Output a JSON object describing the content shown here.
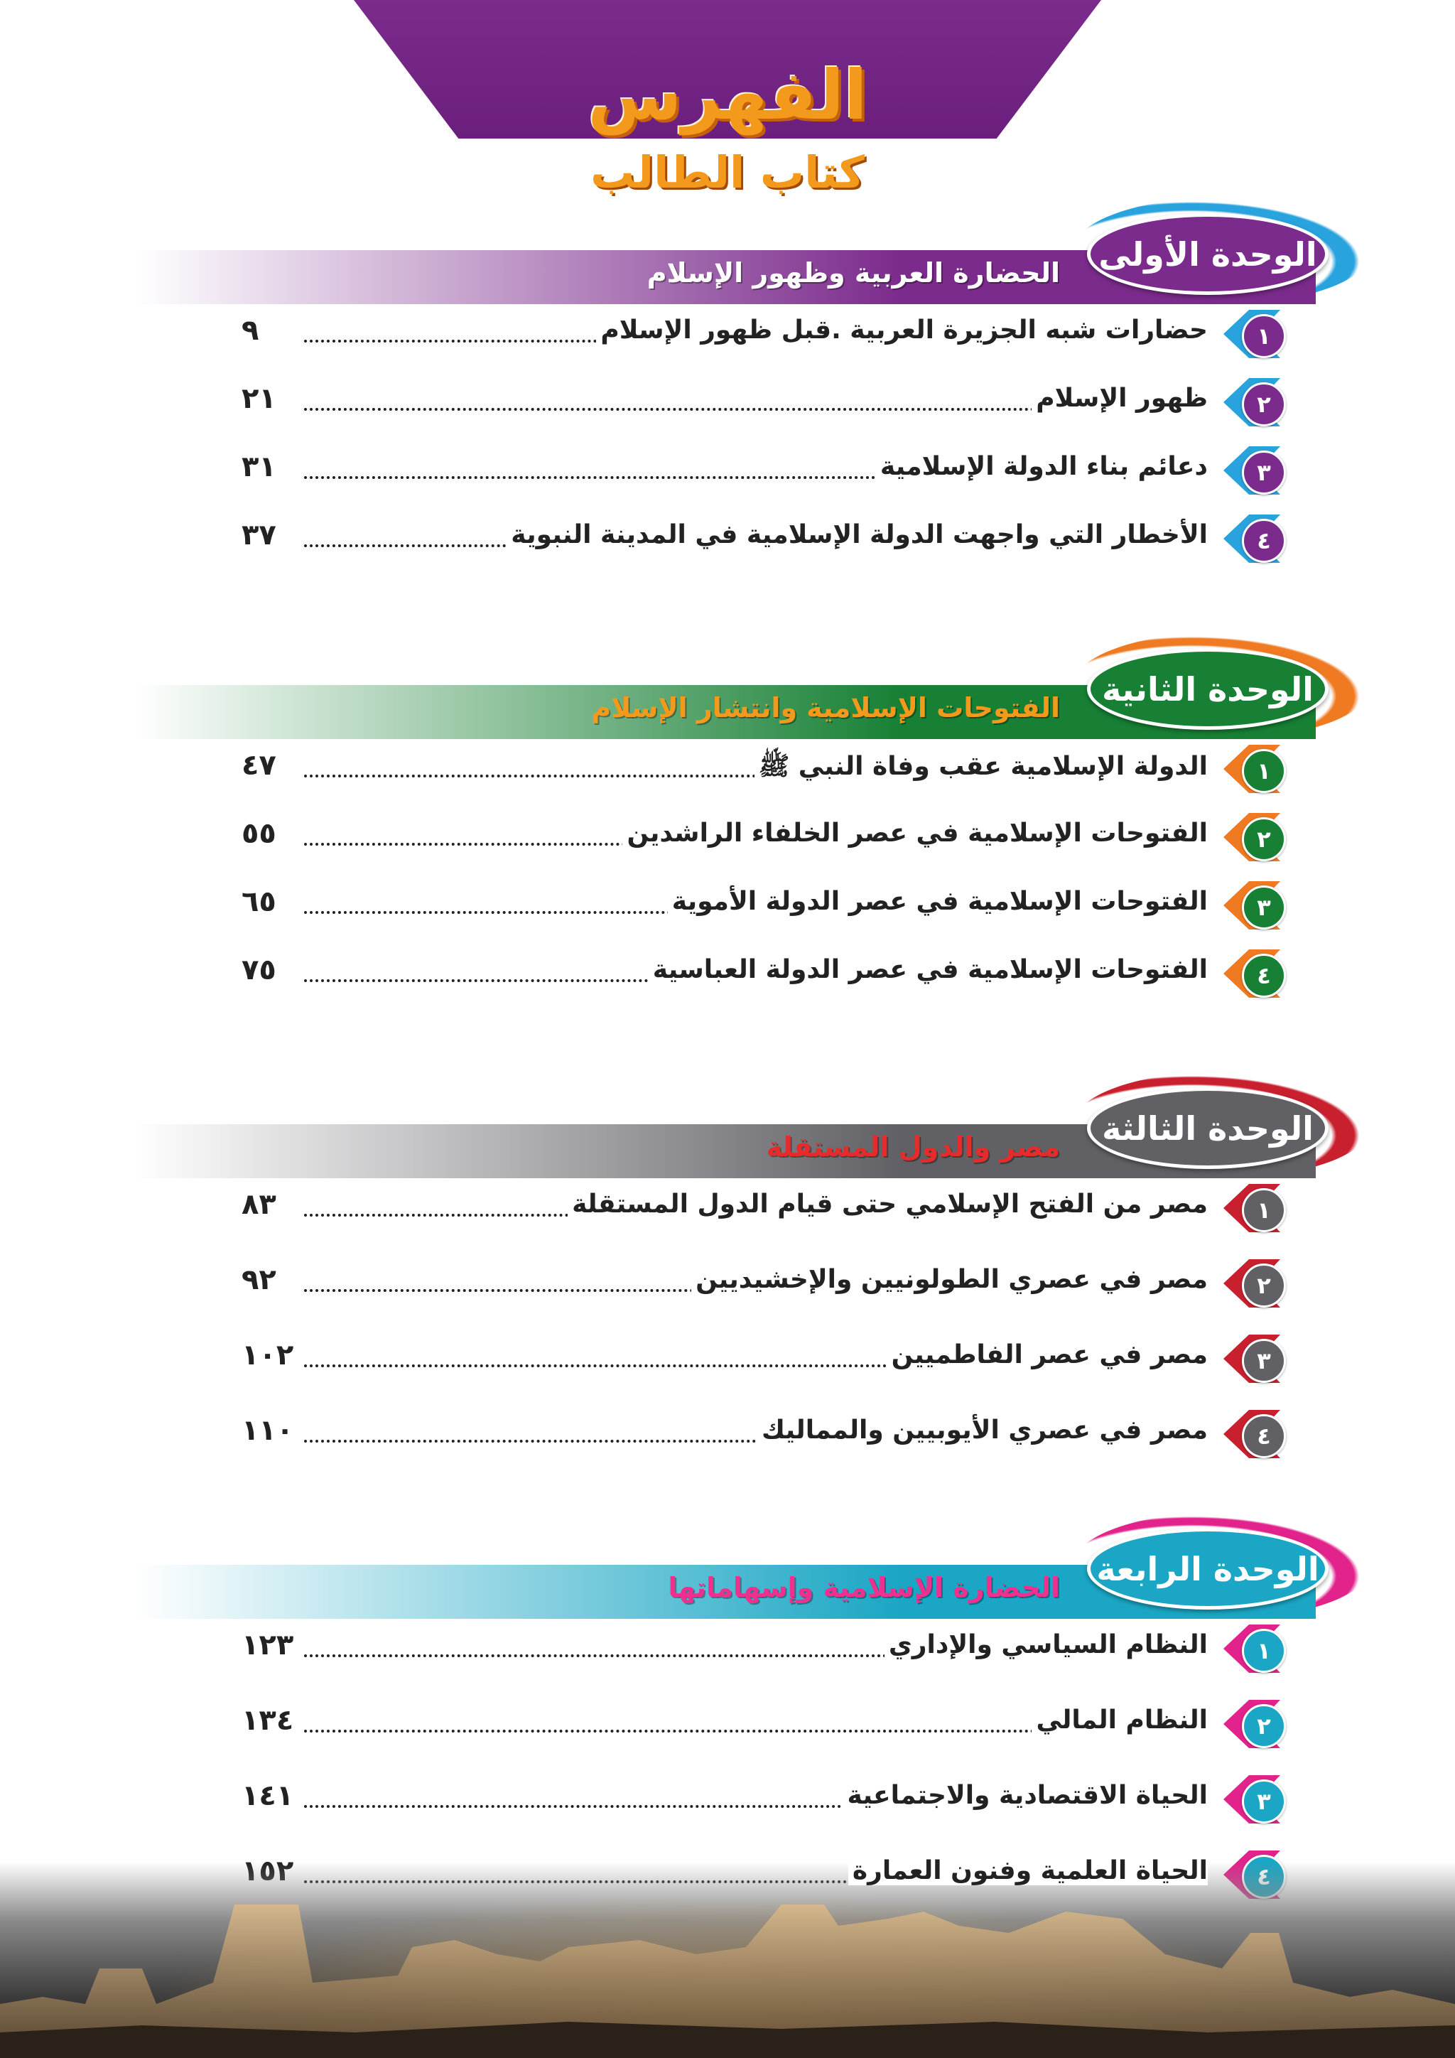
{
  "header": {
    "title": "الفهرس",
    "subtitle": "كتاب الطالب"
  },
  "units": [
    {
      "label": "الوحدة الأولى",
      "title": "الحضارة العربية وظهور الإسلام",
      "color": "#7b2b8c",
      "swoosh_color": "#29a3dd",
      "title_color": "#ffffff",
      "lessons": [
        {
          "num": "١",
          "title": "حضارات شبه الجزيرة العربية .قبل ظهور الإسلام",
          "page": "٩"
        },
        {
          "num": "٢",
          "title": "ظهور الإسلام",
          "page": "٢١"
        },
        {
          "num": "٣",
          "title": "دعائم بناء الدولة الإسلامية",
          "page": "٣١"
        },
        {
          "num": "٤",
          "title": "الأخطار التي واجهت الدولة الإسلامية في المدينة النبوية",
          "page": "٣٧"
        }
      ]
    },
    {
      "label": "الوحدة الثانية",
      "title": "الفتوحات الإسلامية وانتشار الإسلام",
      "color": "#178034",
      "swoosh_color": "#f07a22",
      "title_color": "#f39a1c",
      "lessons": [
        {
          "num": "١",
          "title": "الدولة الإسلامية عقب وفاة النبي ﷺ",
          "page": "٤٧"
        },
        {
          "num": "٢",
          "title": "الفتوحات الإسلامية في عصر الخلفاء الراشدين",
          "page": "٥٥"
        },
        {
          "num": "٣",
          "title": "الفتوحات الإسلامية في عصر الدولة الأموية",
          "page": "٦٥"
        },
        {
          "num": "٤",
          "title": "الفتوحات الإسلامية في عصر الدولة العباسية",
          "page": "٧٥"
        }
      ]
    },
    {
      "label": "الوحدة الثالثة",
      "title": "مصر والدول المستقلة",
      "color": "#606065",
      "swoosh_color": "#c8202e",
      "title_color": "#e62b2b",
      "lessons": [
        {
          "num": "١",
          "title": "مصر من الفتح الإسلامي حتى قيام الدول المستقلة",
          "page": "٨٣"
        },
        {
          "num": "٢",
          "title": "مصر في عصري الطولونيين والإخشيديين",
          "page": "٩٢"
        },
        {
          "num": "٣",
          "title": "مصر في عصر الفاطميين",
          "page": "١٠٢"
        },
        {
          "num": "٤",
          "title": "مصر في عصري الأيوبيين والمماليك",
          "page": "١١٠"
        }
      ]
    },
    {
      "label": "الوحدة الرابعة",
      "title": "الحضارة الإسلامية وإسهاماتها",
      "color": "#1aa6c4",
      "swoosh_color": "#e2238c",
      "title_color": "#f0308e",
      "lessons": [
        {
          "num": "١",
          "title": "النظام السياسي والإداري",
          "page": "١٢٣"
        },
        {
          "num": "٢",
          "title": "النظام المالي",
          "page": "١٣٤"
        },
        {
          "num": "٣",
          "title": "الحياة الاقتصادية والاجتماعية",
          "page": "١٤١"
        },
        {
          "num": "٤",
          "title": "الحياة العلمية وفنون العمارة",
          "page": "١٥٢"
        }
      ]
    }
  ]
}
